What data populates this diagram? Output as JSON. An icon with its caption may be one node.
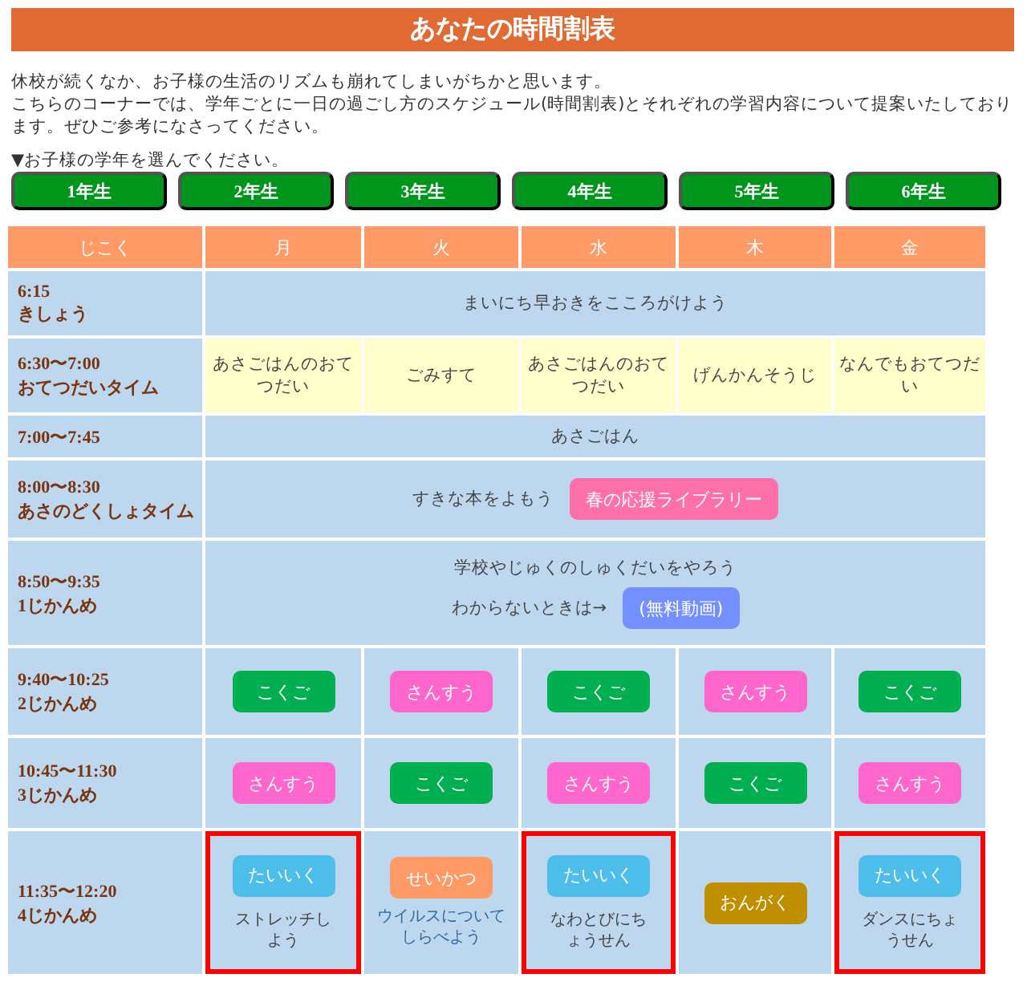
{
  "diagram": {
    "title": "あなたの時間割表",
    "nodes": [
      {
        "text": [
          "1年生"
        ]
      },
      {
        "text": [
          "2年生"
        ]
      },
      {
        "text": [
          "3年生"
        ]
      },
      {
        "text": [
          "4年生"
        ]
      },
      {
        "text": [
          "5年生"
        ]
      },
      {
        "text": [
          "6年生"
        ]
      },
      {
        "text": [
          "春の応援ライブラリー"
        ]
      },
      {
        "text": [
          "(無料動画)"
        ]
      },
      {
        "text": [
          "こくご"
        ]
      },
      {
        "text": [
          "さんすう"
        ]
      },
      {
        "text": [
          "こくご"
        ]
      },
      {
        "text": [
          "さんすう"
        ]
      },
      {
        "text": [
          "こくご"
        ]
      },
      {
        "text": [
          "さんすう"
        ]
      },
      {
        "text": [
          "こくご"
        ]
      },
      {
        "text": [
          "さんすう"
        ]
      },
      {
        "text": [
          "こくご"
        ]
      },
      {
        "text": [
          "さんすう"
        ]
      },
      {
        "text": [
          "ストレッチしよう"
        ]
      },
      {
        "text": [
          "たいいく"
        ],
        "in": 18
      },
      {
        "text": [
          "せいかつ"
        ]
      },
      {
        "text": [
          "なわとびにちょうせん"
        ]
      },
      {
        "text": [
          "たいいく"
        ],
        "in": 21
      },
      {
        "text": [
          "おんがく"
        ]
      },
      {
        "text": [
          "ダンスにちょうせん"
        ]
      },
      {
        "text": [
          "たいいく"
        ],
        "in": 24
      }
    ],
    "labels": [
      "休校が続くなか、お子様の生活のリズムも崩れてしまいがちかと思います。",
      "こちらのコーナーでは、学年ごとに一日の過ごし方のスケジュール(時間割表)とそれぞれの学習内容について提案いたしております。ぜひご参考になさってください。",
      "▼お子様の学年を選んでください。",
      "じこく",
      "月",
      "火",
      "水",
      "木",
      "金",
      "6:15",
      "きしょう",
      "まいにち早おきをこころがけよう",
      "6:30〜7:00",
      "おてつだいタイム",
      "あさごはんのおてつだい",
      "ごみすて",
      "あさごはんのおてつだい",
      "げんかんそうじ",
      "なんでもおてつだい",
      "7:00〜7:45",
      "あさごはん",
      "8:00〜8:30",
      "あさのどくしょタイム",
      "すきな本をよもう",
      "8:50〜9:35",
      "1じかんめ",
      "学校やじゅくのしゅくだいをやろう",
      "わからないときは→",
      "9:40〜10:25",
      "2じかんめ",
      "10:45〜11:30",
      "3じかんめ",
      "11:35〜12:20",
      "4じかんめ",
      "ウイルスについてしらべよう"
    ]
  }
}
